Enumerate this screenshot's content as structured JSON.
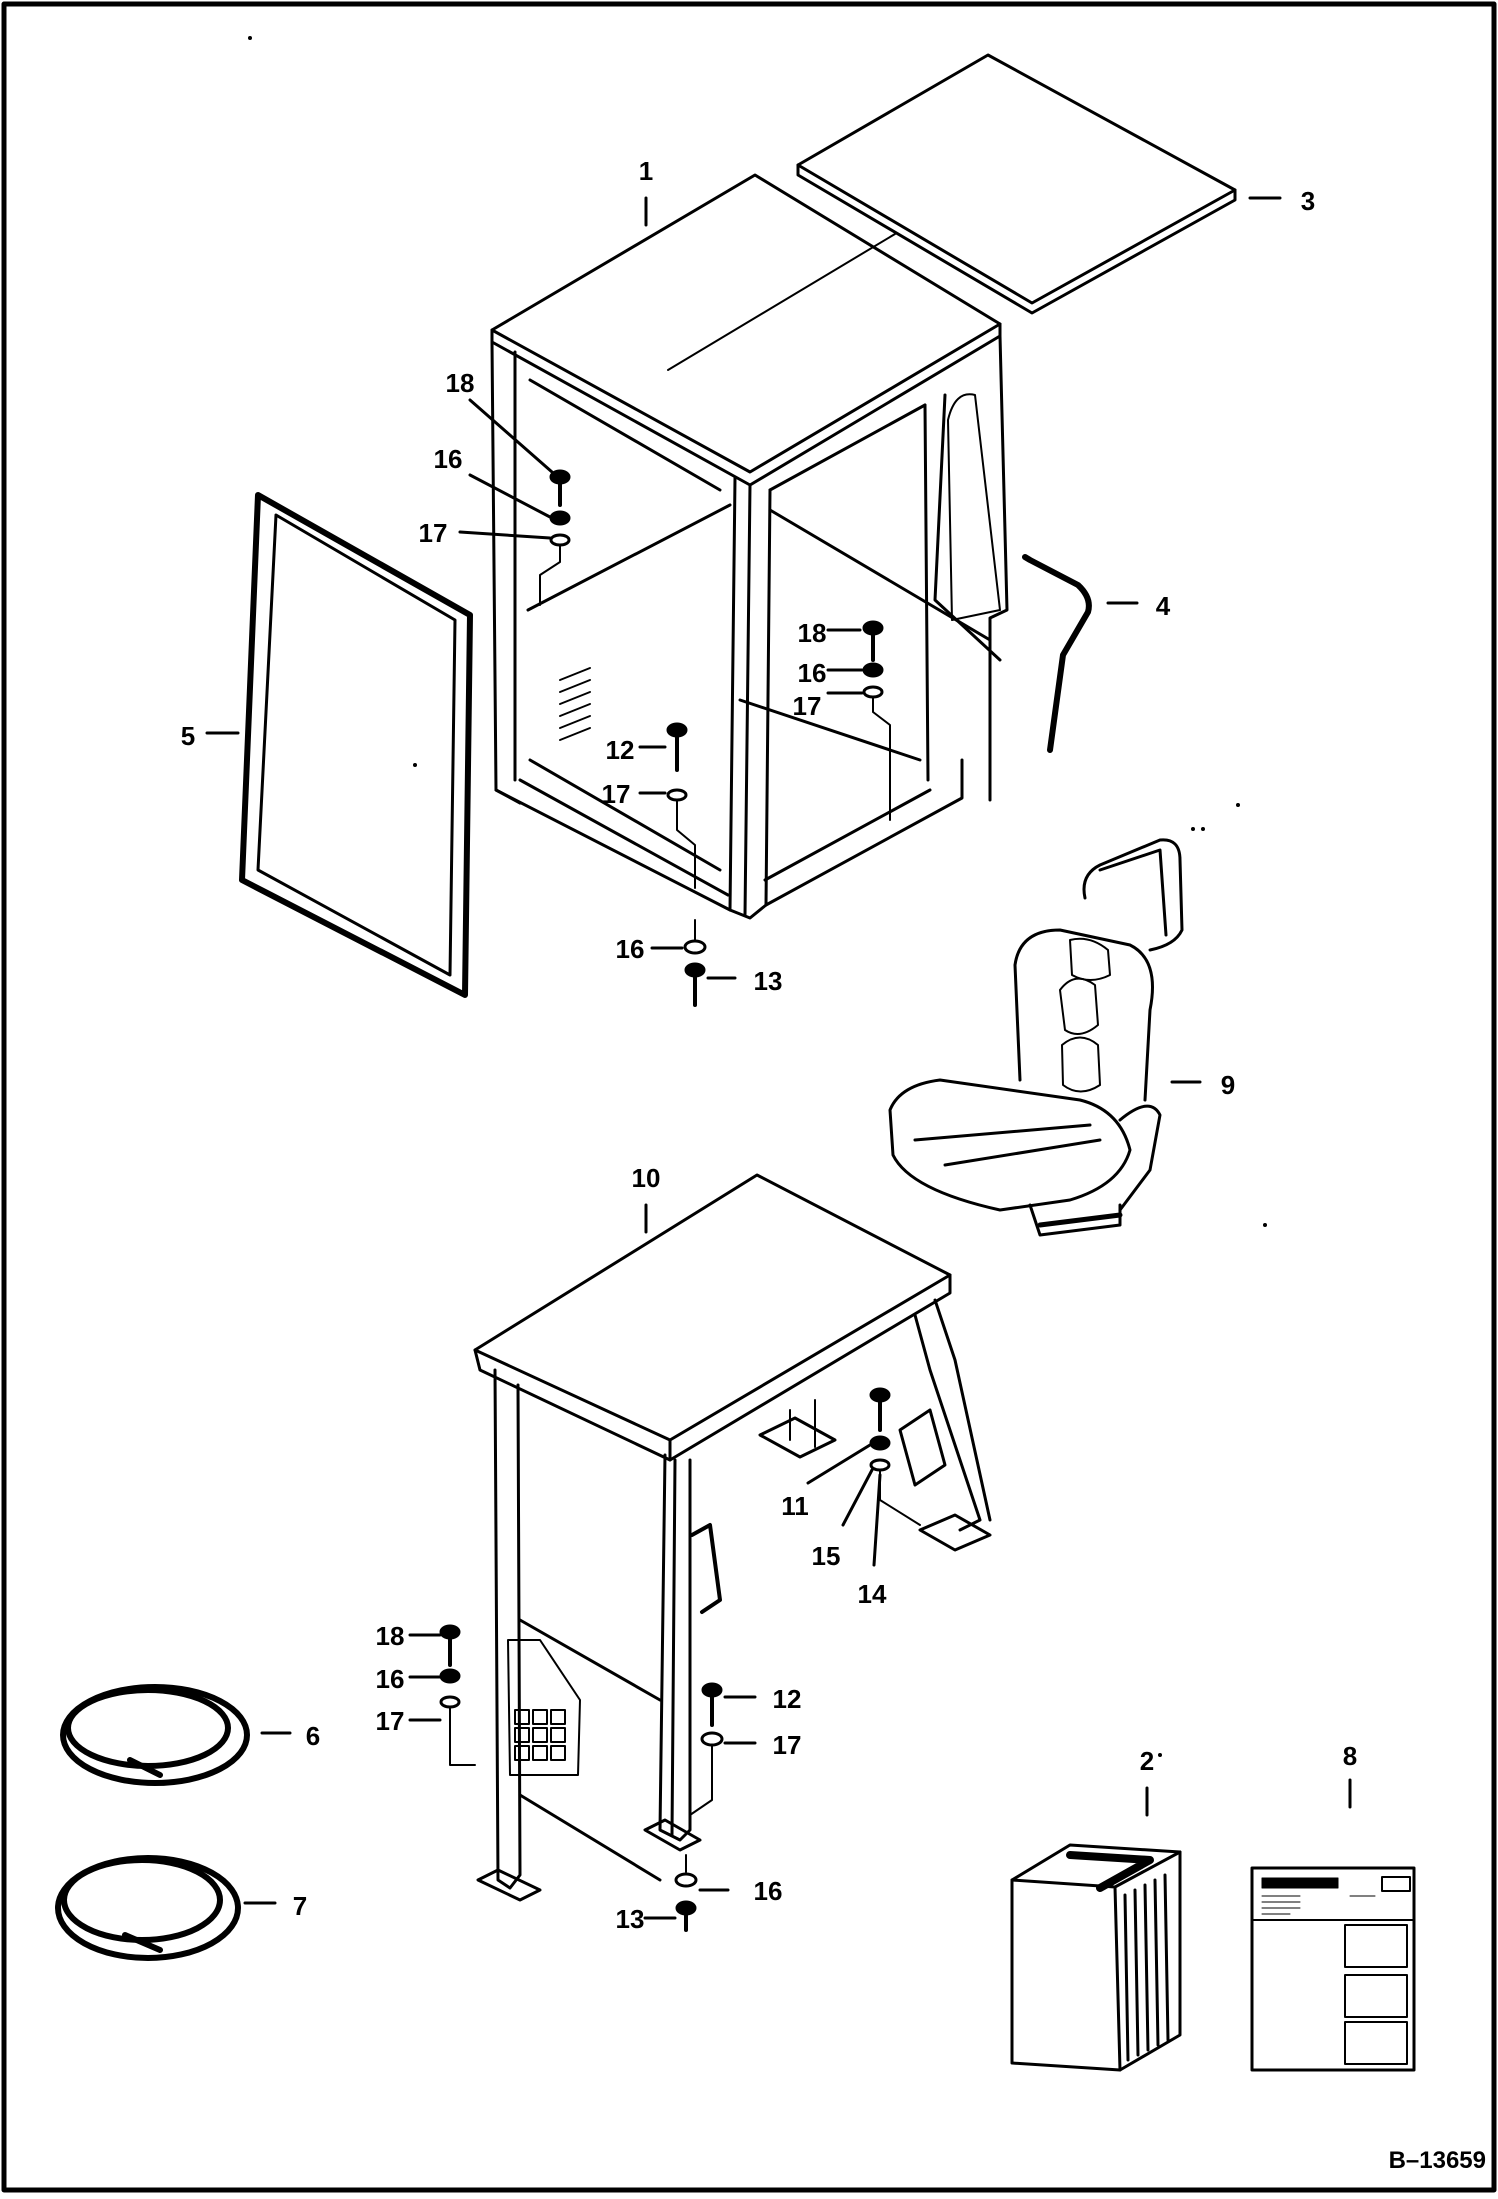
{
  "diagram": {
    "drawing_number": "B–13659",
    "callouts": {
      "c1": "1",
      "c2": "2",
      "c3": "3",
      "c4": "4",
      "c5": "5",
      "c6": "6",
      "c7": "7",
      "c8": "8",
      "c9": "9",
      "c10": "10",
      "c11": "11",
      "c12": "12",
      "c13": "13",
      "c14": "14",
      "c15": "15",
      "c16": "16",
      "c17": "17",
      "c18": "18"
    }
  }
}
